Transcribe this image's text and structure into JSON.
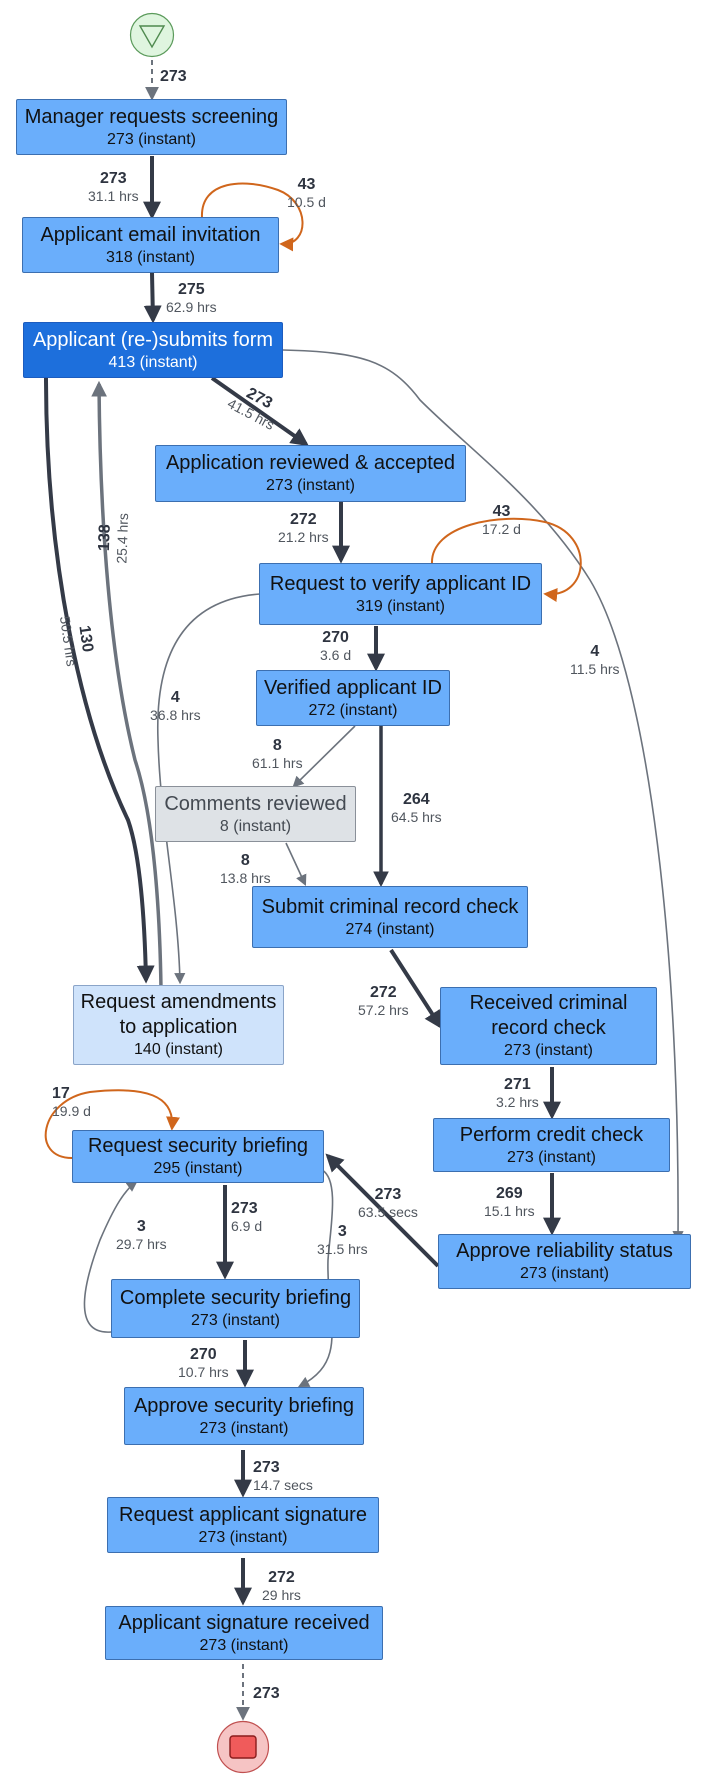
{
  "colors": {
    "node_fill": "#6aaefb",
    "node_dark_fill": "#1d6fdc",
    "node_grey_fill": "#dee2e6",
    "node_pale_fill": "#cfe3fb",
    "edge_main": "#343a47",
    "edge_light": "#6c737d",
    "edge_loop": "#d0661c",
    "start_fill": "#dff5df",
    "end_fill": "#f6c4c4",
    "end_square": "#f05b5b"
  },
  "icons": {
    "start": "start-triangle-icon",
    "end": "end-square-icon"
  },
  "nodes": {
    "manager_requests_screening": {
      "title": "Manager requests screening",
      "count": "273 (instant)"
    },
    "applicant_email_invitation": {
      "title": "Applicant email invitation",
      "count": "318 (instant)"
    },
    "applicant_resubmits_form": {
      "title": "Applicant (re-)submits form",
      "count": "413 (instant)"
    },
    "application_reviewed_accepted": {
      "title": "Application reviewed & accepted",
      "count": "273 (instant)"
    },
    "request_verify_id": {
      "title": "Request to verify applicant ID",
      "count": "319 (instant)"
    },
    "verified_applicant_id": {
      "title": "Verified applicant ID",
      "count": "272 (instant)"
    },
    "comments_reviewed": {
      "title": "Comments reviewed",
      "count": "8 (instant)"
    },
    "submit_criminal_record_check": {
      "title": "Submit criminal record check",
      "count": "274 (instant)"
    },
    "request_amendments": {
      "title_line1": "Request amendments",
      "title_line2": "to application",
      "count": "140 (instant)"
    },
    "received_criminal_record_check": {
      "title_line1": "Received criminal",
      "title_line2": "record check",
      "count": "273 (instant)"
    },
    "perform_credit_check": {
      "title": "Perform credit check",
      "count": "273 (instant)"
    },
    "request_security_briefing": {
      "title": "Request security briefing",
      "count": "295 (instant)"
    },
    "approve_reliability_status": {
      "title": "Approve reliability status",
      "count": "273 (instant)"
    },
    "complete_security_briefing": {
      "title": "Complete security briefing",
      "count": "273 (instant)"
    },
    "approve_security_briefing": {
      "title": "Approve security briefing",
      "count": "273 (instant)"
    },
    "request_applicant_signature": {
      "title": "Request applicant signature",
      "count": "273 (instant)"
    },
    "applicant_signature_received": {
      "title": "Applicant signature received",
      "count": "273 (instant)"
    }
  },
  "edges": {
    "start_to_manager": {
      "count": "273"
    },
    "manager_to_invitation": {
      "count": "273",
      "duration": "31.1 hrs"
    },
    "invitation_loop": {
      "count": "43",
      "duration": "10.5 d"
    },
    "invitation_to_form": {
      "count": "275",
      "duration": "62.9 hrs"
    },
    "form_to_reviewed": {
      "count": "273",
      "duration": "41.5 hrs"
    },
    "form_to_amendments": {
      "count": "130",
      "duration": "50.5 hrs"
    },
    "amendments_to_form": {
      "count": "138",
      "duration": "25.4 hrs"
    },
    "form_to_reliability": {
      "count": "4",
      "duration": "11.5 hrs"
    },
    "reviewed_to_verify": {
      "count": "272",
      "duration": "21.2 hrs"
    },
    "verify_loop": {
      "count": "43",
      "duration": "17.2 d"
    },
    "verify_to_verified": {
      "count": "270",
      "duration": "3.6 d"
    },
    "verify_to_amendments": {
      "count": "4",
      "duration": "36.8 hrs"
    },
    "verified_to_comments": {
      "count": "8",
      "duration": "61.1 hrs"
    },
    "verified_to_submit": {
      "count": "264",
      "duration": "64.5 hrs"
    },
    "comments_to_submit": {
      "count": "8",
      "duration": "13.8 hrs"
    },
    "submit_to_received": {
      "count": "272",
      "duration": "57.2 hrs"
    },
    "received_to_credit": {
      "count": "271",
      "duration": "3.2 hrs"
    },
    "credit_to_reliability": {
      "count": "269",
      "duration": "15.1 hrs"
    },
    "reliability_to_request_briefing": {
      "count": "273",
      "duration": "63.5 secs"
    },
    "request_briefing_loop": {
      "count": "17",
      "duration": "19.9 d"
    },
    "request_to_complete_briefing": {
      "count": "273",
      "duration": "6.9 d"
    },
    "complete_to_request_briefing": {
      "count": "3",
      "duration": "29.7 hrs"
    },
    "request_to_approve_briefing": {
      "count": "3",
      "duration": "31.5 hrs"
    },
    "complete_to_approve_briefing": {
      "count": "270",
      "duration": "10.7 hrs"
    },
    "approve_to_signature": {
      "count": "273",
      "duration": "14.7 secs"
    },
    "signature_to_received": {
      "count": "272",
      "duration": "29 hrs"
    },
    "received_to_end": {
      "count": "273"
    }
  }
}
